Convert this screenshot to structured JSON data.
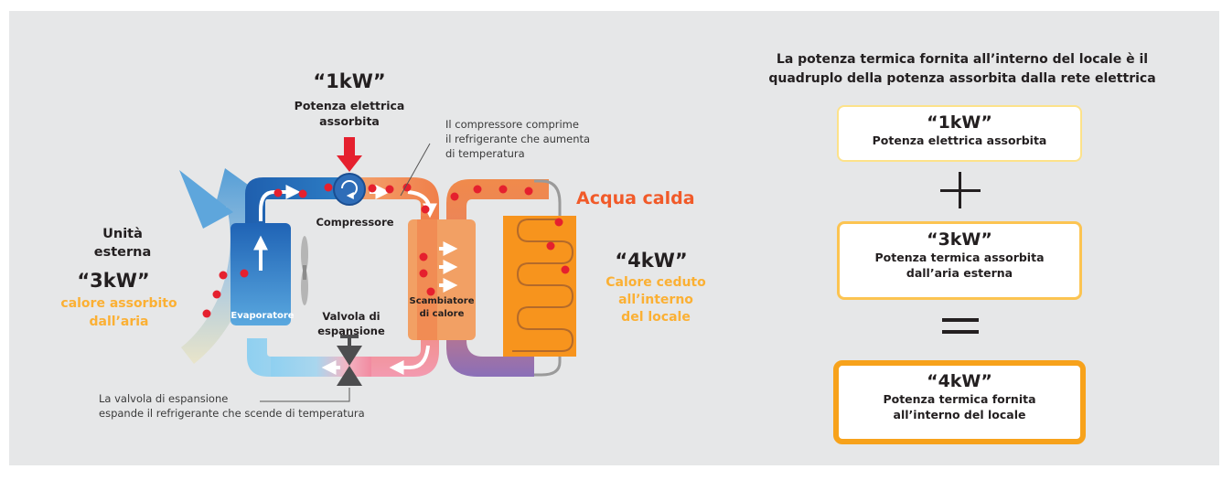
{
  "diagram": {
    "top_power": "“1kW”",
    "top_power_caption_1": "Potenza elettrica",
    "top_power_caption_2": "assorbita",
    "compressor_note_1": "Il compressore comprime",
    "compressor_note_2": "il refrigerante che aumenta",
    "compressor_note_3": "di temperatura",
    "compressor_label": "Compressore",
    "hot_water_label": "Acqua calda",
    "outdoor_unit_1": "Unità",
    "outdoor_unit_2": "esterna",
    "outdoor_power": "“3kW”",
    "outdoor_caption_1": "calore assorbito",
    "outdoor_caption_2": "dall’aria",
    "evaporator_label": "Evaporatore",
    "valve_label_1": "Valvola di",
    "valve_label_2": "espansione",
    "exchanger_label_1": "Scambiatore",
    "exchanger_label_2": "di calore",
    "indoor_power": "“4kW”",
    "indoor_caption_1": "Calore ceduto",
    "indoor_caption_2": "all’interno",
    "indoor_caption_3": "del locale",
    "valve_note_1": "La valvola di espansione",
    "valve_note_2": "espande il refrigerante che scende di temperatura"
  },
  "summary": {
    "heading_1": "La potenza termica fornita  all’interno del locale è il",
    "heading_2": "quadruplo della potenza assorbita dalla rete elettrica",
    "box1_value": "“1kW”",
    "box1_caption": "Potenza elettrica assorbita",
    "plus": "+",
    "box2_value": "“3kW”",
    "box2_caption_1": "Potenza termica assorbita",
    "box2_caption_2": "dall’aria esterna",
    "equals": "=",
    "box3_value": "“4kW”",
    "box3_caption_1": "Potenza termica fornita",
    "box3_caption_2": "all’interno del locale"
  },
  "colors": {
    "panel_bg": "#e6e7e8",
    "cold_blue": "#1f5fae",
    "light_blue": "#8fd0f0",
    "hot_orange": "#f08a4b",
    "water_orange": "#f7941d",
    "accent_yellow": "#fbb034",
    "text_dark": "#231f20",
    "refrigerant_dot": "#e5202e"
  }
}
